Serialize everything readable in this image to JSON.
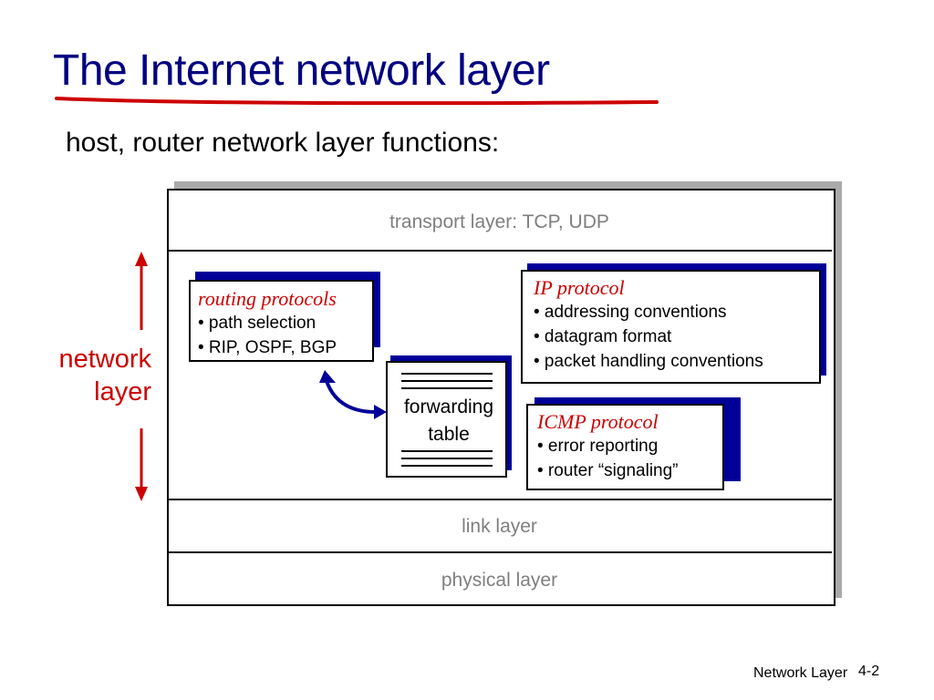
{
  "slide": {
    "title": "The Internet network layer",
    "subtitle": "host, router network layer functions:",
    "footer_label": "Network Layer",
    "footer_page": "4-2"
  },
  "layers": {
    "transport": "transport layer: TCP, UDP",
    "network_line1": "network",
    "network_line2": "layer",
    "link": "link layer",
    "physical": "physical layer"
  },
  "routing_box": {
    "header": "routing protocols",
    "items": [
      "• path selection",
      "• RIP, OSPF, BGP"
    ]
  },
  "forwarding_table": {
    "line1": "forwarding",
    "line2": "table"
  },
  "ip_box": {
    "header": "IP protocol",
    "items": [
      "• addressing conventions",
      "• datagram format",
      "• packet handling conventions"
    ]
  },
  "icmp_box": {
    "header": "ICMP protocol",
    "items": [
      "• error reporting",
      "• router “signaling”"
    ]
  },
  "colors": {
    "title": "#000080",
    "accent_red": "#cc0000",
    "box_shadow": "#000099",
    "layer_text": "#7f7f7f"
  }
}
